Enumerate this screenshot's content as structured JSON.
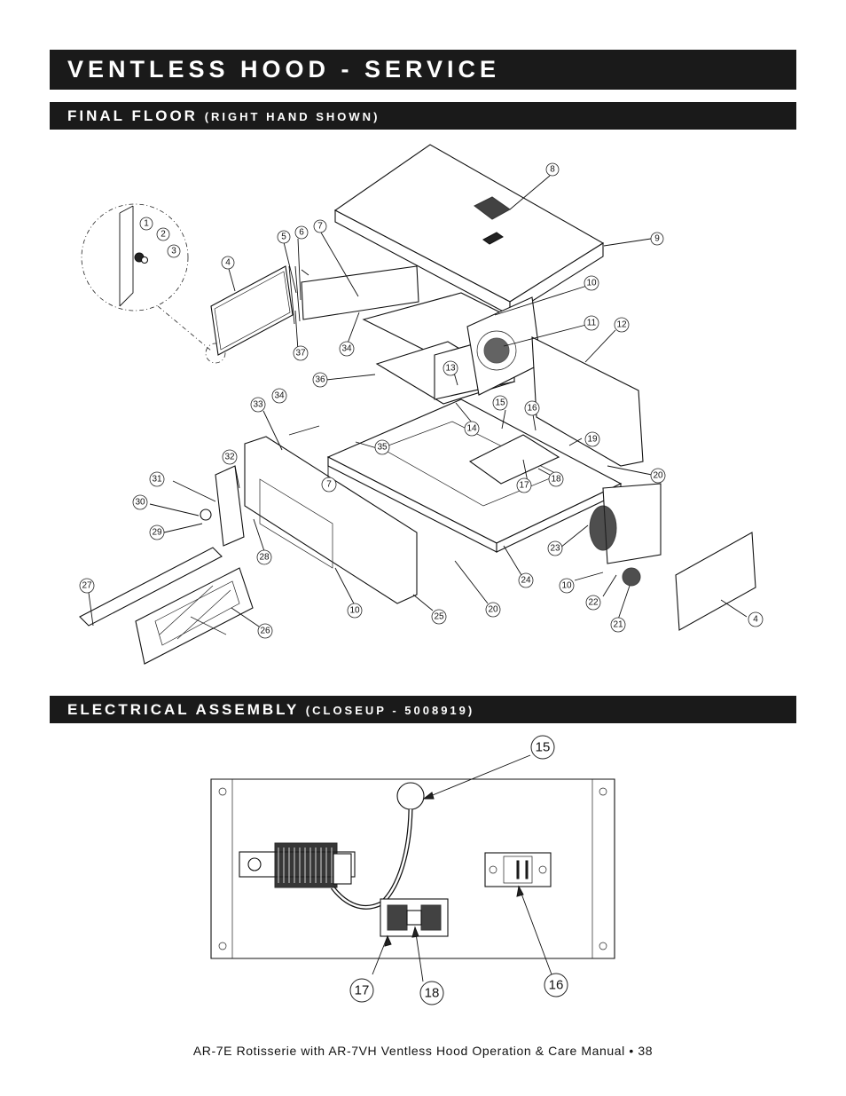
{
  "header": {
    "title": "VENTLESS HOOD - SERVICE"
  },
  "sections": {
    "final_floor": {
      "title": "FINAL FLOOR",
      "subtitle": "(RIGHT HAND SHOWN)"
    },
    "electrical": {
      "title": "ELECTRICAL ASSEMBLY",
      "subtitle": "(CLOSEUP - 5008919)"
    }
  },
  "callouts_floor": [
    "1",
    "2",
    "3",
    "4",
    "5",
    "6",
    "7",
    "8",
    "9",
    "10",
    "11",
    "12",
    "13",
    "14",
    "15",
    "16",
    "19",
    "20",
    "37",
    "34",
    "36",
    "34",
    "33",
    "35",
    "32",
    "7",
    "17",
    "18",
    "31",
    "30",
    "29",
    "28",
    "23",
    "10",
    "24",
    "27",
    "26",
    "10",
    "25",
    "20",
    "22",
    "21",
    "4"
  ],
  "callouts_electrical": [
    "15",
    "17",
    "18",
    "16"
  ],
  "footer": {
    "text": "AR-7E Rotisserie with AR-7VH Ventless Hood Operation & Care Manual • 38"
  }
}
